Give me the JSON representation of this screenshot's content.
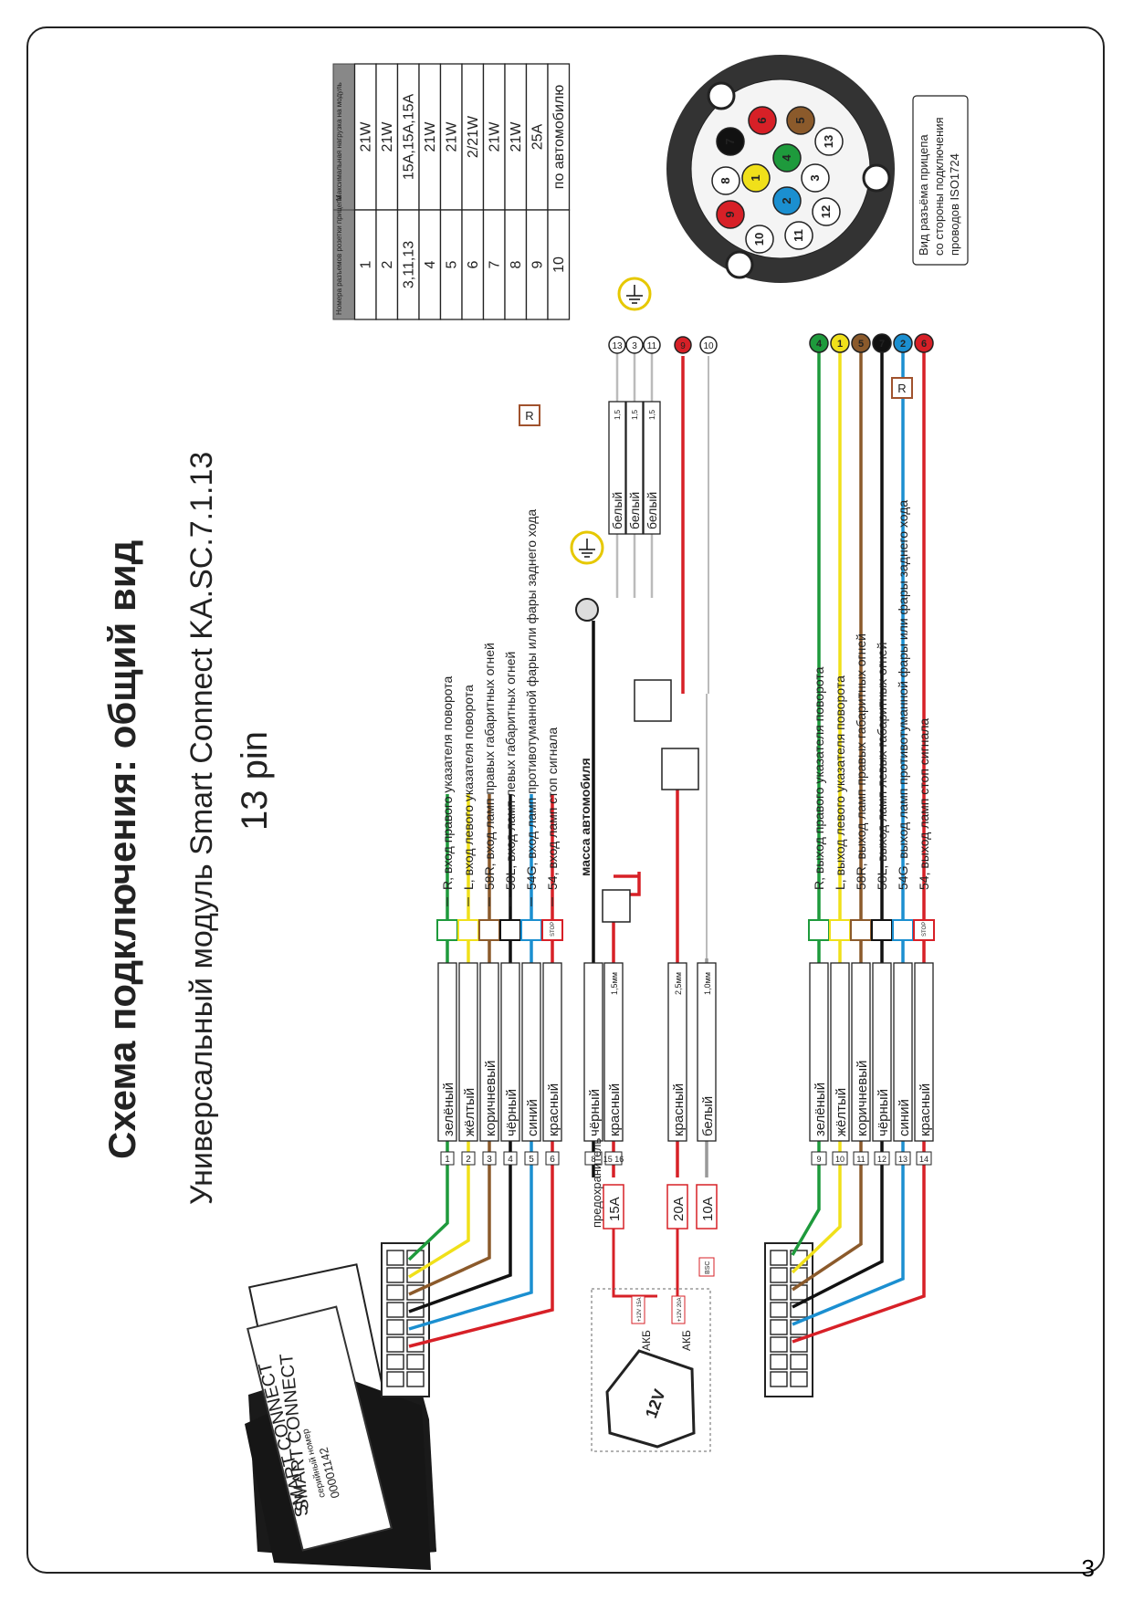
{
  "title": "Схема подключения: общий вид",
  "subtitle": "Универсальный модуль Smart Connect KA.SC.7.1.13",
  "pin_count": "13 pin",
  "page_number": "3",
  "module": {
    "brand": "SMART CONNECT",
    "serial_label": "серийный номер",
    "serial": "00001142"
  },
  "load_table": {
    "headers": [
      "Номера разъемов розетки прицепа",
      "Максимальная нагрузка на модуль"
    ],
    "rows": [
      [
        "1",
        "21W"
      ],
      [
        "2",
        "21W"
      ],
      [
        "3,11,13",
        "15A,15A,15A"
      ],
      [
        "4",
        "21W"
      ],
      [
        "5",
        "21W"
      ],
      [
        "6",
        "2/21W"
      ],
      [
        "7",
        "21W"
      ],
      [
        "8",
        "21W"
      ],
      [
        "9",
        "25A"
      ],
      [
        "10",
        "по автомобилю"
      ]
    ]
  },
  "socket_caption": "Вид разъёма прицепа со стороны подключения проводов ISO1724",
  "socket_pins": [
    {
      "n": "1",
      "color": "#f0e01a"
    },
    {
      "n": "2",
      "color": "#1b8fd0"
    },
    {
      "n": "3",
      "color": "#ffffff"
    },
    {
      "n": "4",
      "color": "#1e9a3c"
    },
    {
      "n": "5",
      "color": "#8b5a2b"
    },
    {
      "n": "6",
      "color": "#d72027"
    },
    {
      "n": "7",
      "color": "#111111"
    },
    {
      "n": "8",
      "color": "#ffffff"
    },
    {
      "n": "9",
      "color": "#d72027"
    },
    {
      "n": "10",
      "color": "#ffffff"
    },
    {
      "n": "11",
      "color": "#ffffff"
    },
    {
      "n": "12",
      "color": "#ffffff"
    },
    {
      "n": "13",
      "color": "#ffffff"
    }
  ],
  "inputs": [
    {
      "pin": "1",
      "color_name": "зелёный",
      "color": "#1e9a3c",
      "desc": "R, вход правого указателя поворота"
    },
    {
      "pin": "2",
      "color_name": "жёлтый",
      "color": "#f0e01a",
      "desc": "L, вход левого указателя поворота"
    },
    {
      "pin": "3",
      "color_name": "коричневый",
      "color": "#8b5a2b",
      "desc": "58R, вход ламп правых габаритных огней"
    },
    {
      "pin": "4",
      "color_name": "чёрный",
      "color": "#111111",
      "desc": "58L, вход ламп левых габаритных огней"
    },
    {
      "pin": "5",
      "color_name": "синий",
      "color": "#1b8fd0",
      "desc": "54G, вход ламп противотуманной фары или фары заднего хода"
    },
    {
      "pin": "6",
      "color_name": "красный",
      "color": "#d72027",
      "desc": "54, вход ламп стоп сигнала"
    }
  ],
  "power": [
    {
      "pin": "8",
      "color_name": "чёрный",
      "color": "#111111",
      "gauge": "",
      "label": "масса автомобиля"
    },
    {
      "pin": "15 16",
      "color_name": "красный",
      "color": "#d72027",
      "gauge": "1,5мм",
      "fuse": "15A",
      "fuse_label": "предохранитель",
      "battery": "АКБ"
    },
    {
      "pin": "",
      "color_name": "красный",
      "color": "#d72027",
      "gauge": "2,5мм",
      "fuse": "20A",
      "battery": "АКБ"
    },
    {
      "pin": "",
      "color_name": "белый",
      "color": "#999999",
      "gauge": "1,0мм",
      "fuse": "10A",
      "tag": "BSC"
    }
  ],
  "battery_tags": [
    "+12V 15A",
    "+12V 20A"
  ],
  "ground_wires": [
    {
      "name": "белый",
      "gauge": "1,5",
      "pin": "13"
    },
    {
      "name": "белый",
      "gauge": "1,5",
      "pin": "3"
    },
    {
      "name": "белый",
      "gauge": "1,5",
      "pin": "11"
    }
  ],
  "socket_extra_pins": [
    {
      "pin": "9",
      "color": "#d72027"
    },
    {
      "pin": "10",
      "color": "#ffffff"
    }
  ],
  "outputs": [
    {
      "pin": "9",
      "to": "4",
      "color_name": "зелёный",
      "color": "#1e9a3c",
      "desc": "R, выход правого указателя поворота"
    },
    {
      "pin": "10",
      "to": "1",
      "color_name": "жёлтый",
      "color": "#f0e01a",
      "desc": "L, выход левого указателя поворота"
    },
    {
      "pin": "11",
      "to": "5",
      "color_name": "коричневый",
      "color": "#8b5a2b",
      "desc": "58R, выход ламп правых габаритных огней"
    },
    {
      "pin": "12",
      "to": "7",
      "color_name": "чёрный",
      "color": "#111111",
      "desc": "58L, выход ламп левых габаритных огней"
    },
    {
      "pin": "13",
      "to": "2",
      "color_name": "синий",
      "color": "#1b8fd0",
      "desc": "54G, выход ламп противотуманной фары или фары заднего хода"
    },
    {
      "pin": "14",
      "to": "6",
      "color_name": "красный",
      "color": "#d72027",
      "desc": "54, выход ламп стоп сигнала"
    }
  ],
  "icons": [
    "arrow-icon",
    "turn-icon",
    "lamp-icon",
    "lamp-icon",
    "fog-lamp-icon",
    "stop-icon"
  ],
  "stop_text": "STOP",
  "reverse_symbol": "R"
}
